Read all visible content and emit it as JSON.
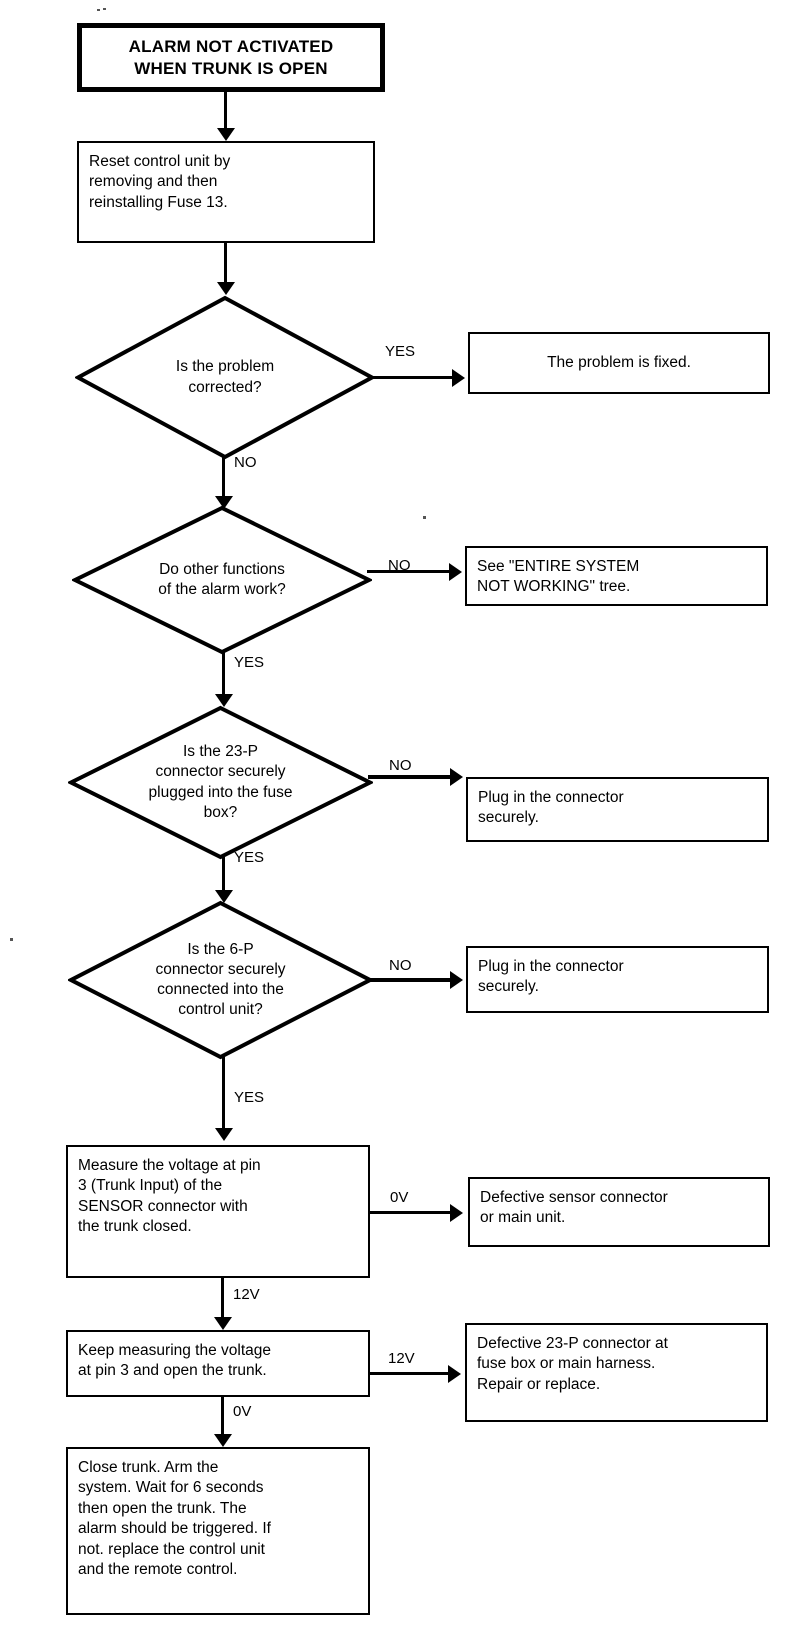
{
  "chart_data": {
    "type": "diagram",
    "title": "ALARM NOT ACTIVATED WHEN TRUNK IS OPEN",
    "diagram_kind": "troubleshooting-flowchart"
  },
  "title_box": {
    "line1": "ALARM NOT ACTIVATED",
    "line2": "WHEN TRUNK IS OPEN"
  },
  "nodes": {
    "reset": {
      "line1": "Reset control unit by",
      "line2": "removing and then",
      "line3": "reinstalling Fuse 13."
    },
    "d1": {
      "line1": "Is the problem",
      "line2": "corrected?"
    },
    "fixed": {
      "line1": "The problem is fixed."
    },
    "d2": {
      "line1": "Do other functions",
      "line2": "of the alarm work?"
    },
    "entire_system": {
      "line1": "See \"ENTIRE SYSTEM",
      "line2": "NOT WORKING\" tree."
    },
    "d3": {
      "line1": "Is the 23-P",
      "line2": "connector securely",
      "line3": "plugged into the fuse",
      "line4": "box?"
    },
    "plug1": {
      "line1": "Plug in the connector",
      "line2": "securely."
    },
    "d4": {
      "line1": "Is the 6-P",
      "line2": "connector securely",
      "line3": "connected into the",
      "line4": "control unit?"
    },
    "plug2": {
      "line1": "Plug in the connector",
      "line2": "securely."
    },
    "measure": {
      "line1": "Measure the voltage at pin",
      "line2": "3 (Trunk Input) of the",
      "line3": "SENSOR connector with",
      "line4": "the trunk closed."
    },
    "defective_sensor": {
      "line1": "Defective sensor connector",
      "line2": "or main unit."
    },
    "keep_measuring": {
      "line1": "Keep measuring the voltage",
      "line2": "at pin 3 and open the trunk."
    },
    "defective_23p": {
      "line1": "Defective 23-P connector at",
      "line2": "fuse box or main harness.",
      "line3": "Repair or replace."
    },
    "final": {
      "line1": "Close trunk. Arm the",
      "line2": "system. Wait for 6 seconds",
      "line3": "then open the trunk. The",
      "line4": "alarm should be triggered. If",
      "line5": "not. replace the control unit",
      "line6": "and the remote control."
    }
  },
  "edge_labels": {
    "d1_yes": "YES",
    "d1_no": "NO",
    "d2_no": "NO",
    "d2_yes": "YES",
    "d3_no": "NO",
    "d3_yes": "YES",
    "d4_no": "NO",
    "d4_yes": "YES",
    "measure_0v": "0V",
    "measure_12v": "12V",
    "keep_12v": "12V",
    "keep_0v": "0V"
  },
  "colors": {
    "ink": "#000000",
    "paper": "#ffffff"
  }
}
